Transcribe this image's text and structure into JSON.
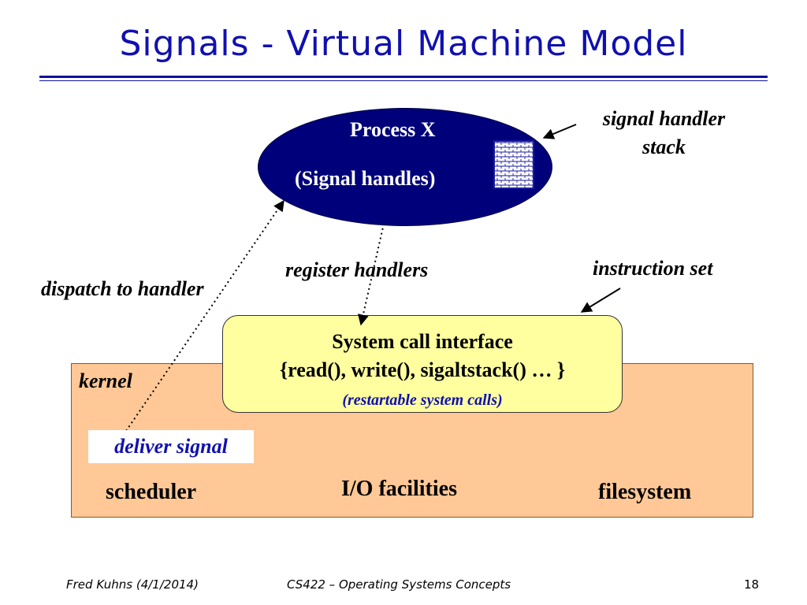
{
  "slide": {
    "title": "Signals - Virtual Machine Model"
  },
  "diagram": {
    "process": {
      "title": "Process X",
      "subtitle": "(Signal handles)"
    },
    "labels": {
      "signal_handler_stack": "signal handler stack",
      "register_handlers": "register handlers",
      "instruction_set": "instruction set",
      "dispatch_to_handler": "dispatch to handler"
    },
    "syscall": {
      "title": "System call interface",
      "calls": "{read(), write(), sigaltstack() … }",
      "note": "(restartable system calls)"
    },
    "kernel": {
      "label": "kernel",
      "deliver_signal": "deliver signal",
      "components": {
        "scheduler": "scheduler",
        "io": "I/O facilities",
        "filesystem": "filesystem"
      }
    }
  },
  "footer": {
    "author": "Fred Kuhns (4/1/2014)",
    "course": "CS422 – Operating Systems Concepts",
    "page": "18"
  },
  "colors": {
    "title": "#1010b0",
    "process_fill": "#00007a",
    "syscall_fill": "#ffffa0",
    "kernel_fill": "#ffc896"
  }
}
